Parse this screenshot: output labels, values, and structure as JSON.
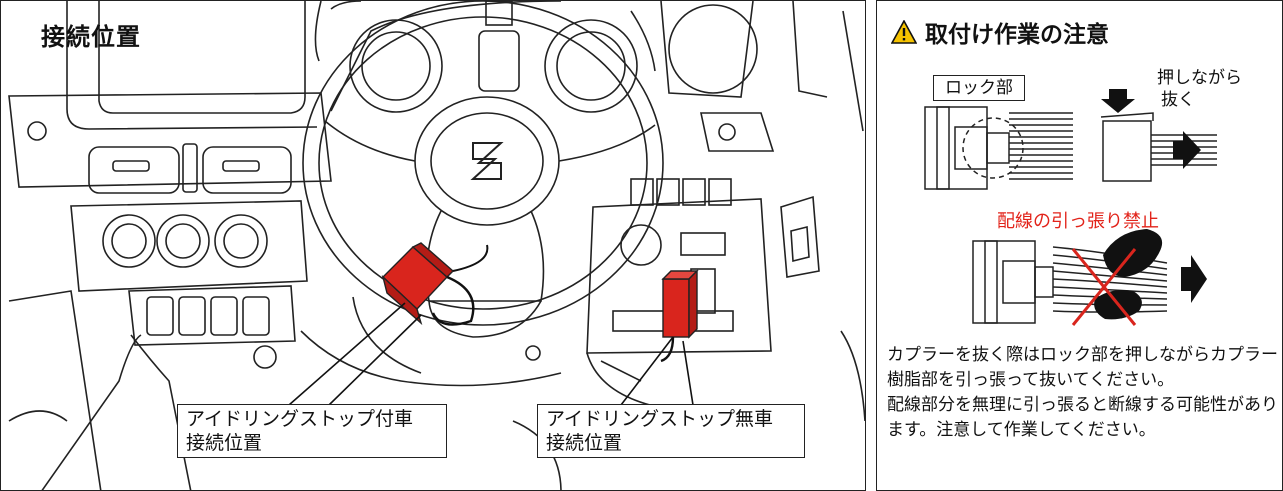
{
  "left_panel": {
    "title": "接続位置",
    "callout_with_stop": {
      "line1": "アイドリングストップ付車",
      "line2": "接続位置"
    },
    "callout_without_stop": {
      "line1": "アイドリングストップ無車",
      "line2": "接続位置"
    }
  },
  "right_panel": {
    "title": "取付け作業の注意",
    "lock_label": "ロック部",
    "press_label_1": "押しながら",
    "press_label_2": "抜く",
    "prohibit_label": "配線の引っ張り禁止",
    "note_1": "カプラーを抜く際はロック部を押しながらカプラー樹脂部を引っ張って抜いてください。",
    "note_2": "配線部分を無理に引っ張ると断線する可能性があります。注意して作業してください。"
  },
  "colors": {
    "accent_red": "#d9251d",
    "warning_yellow": "#f6c300",
    "line": "#222222"
  },
  "icons": [
    "warning-icon",
    "steering-logo-icon",
    "arrow-right-icon",
    "arrow-down-icon"
  ]
}
